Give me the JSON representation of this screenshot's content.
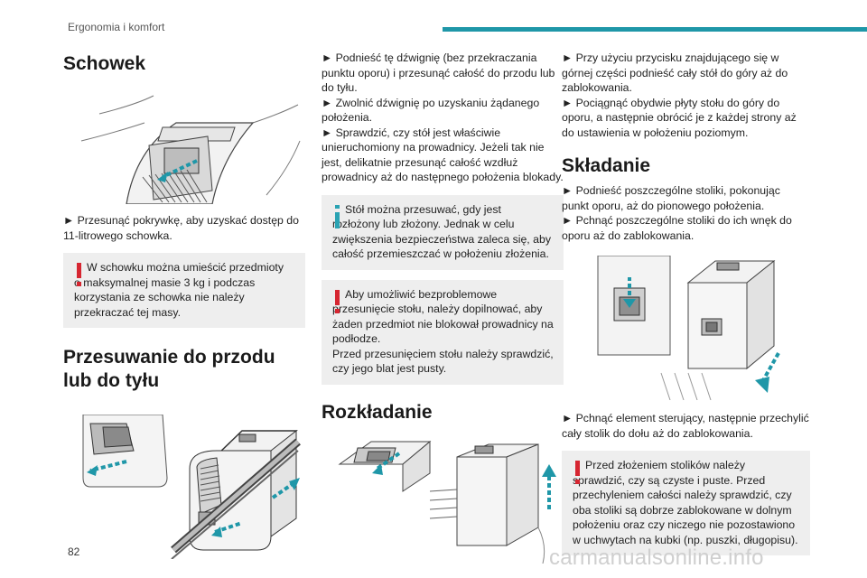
{
  "header": {
    "section": "Ergonomia i komfort"
  },
  "page_number": "82",
  "watermark": "carmanualsonline.info",
  "colors": {
    "accent": "#1f97a8",
    "warning": "#d62631",
    "info": "#2aa3b3"
  },
  "col1": {
    "heading1": "Schowek",
    "p1": "► Przesunąć pokrywkę, aby uzyskać dostęp do 11-litrowego schowka.",
    "note1": {
      "icon": "warning-exclamation-icon",
      "line1": "W schowku można umieścić przedmioty",
      "rest": "o maksymalnej masie 3 kg i podczas korzystania ze schowka nie należy przekraczać tej masy."
    },
    "heading2": "Przesuwanie do przodu lub do tyłu"
  },
  "col2": {
    "p1": "► Podnieść tę dźwignię (bez przekraczania punktu oporu) i przesunąć całość do przodu lub do tyłu.",
    "p2": "► Zwolnić dźwignię po uzyskaniu żądanego położenia.",
    "p3": "► Sprawdzić, czy stół jest właściwie unieruchomiony na prowadnicy. Jeżeli tak nie jest, delikatnie przesunąć całość wzdłuż prowadnicy aż do następnego położenia blokady.",
    "note_info": {
      "icon": "info-bar-icon",
      "line1": "Stół można przesuwać, gdy jest",
      "rest": "rozłożony lub złożony. Jednak w celu zwiększenia bezpieczeństwa zaleca się, aby całość przemieszczać w położeniu złożenia."
    },
    "note_warn": {
      "icon": "warning-exclamation-icon",
      "line1": "Aby umożliwić bezproblemowe",
      "rest": "przesunięcie stołu, należy dopilnować, aby żaden przedmiot nie blokował prowadnicy na podłodze.",
      "rest2": "Przed przesunięciem stołu należy sprawdzić, czy jego blat jest pusty."
    },
    "heading": "Rozkładanie"
  },
  "col3": {
    "p1": "► Przy użyciu przycisku znajdującego się w górnej części podnieść cały stół do góry aż do zablokowania.",
    "p2": "► Pociągnąć obydwie płyty stołu do góry do oporu, a następnie obrócić je z każdej strony aż do ustawienia w położeniu poziomym.",
    "heading": "Składanie",
    "p3": "► Podnieść poszczególne stoliki, pokonując punkt oporu, aż do pionowego położenia.",
    "p4": "► Pchnąć poszczególne stoliki do ich wnęk do oporu aż do zablokowania.",
    "p5": "► Pchnąć element sterujący, następnie przechylić cały stolik do dołu aż do zablokowania.",
    "note_warn": {
      "icon": "warning-exclamation-icon",
      "line1": "Przed złożeniem stolików należy",
      "rest": "sprawdzić, czy są czyste i puste. Przed przechyleniem całości należy sprawdzić, czy oba stoliki są dobrze zablokowane w dolnym położeniu oraz czy niczego nie pozostawiono w uchwytach na kubki (np. puszki, długopisu)."
    }
  }
}
